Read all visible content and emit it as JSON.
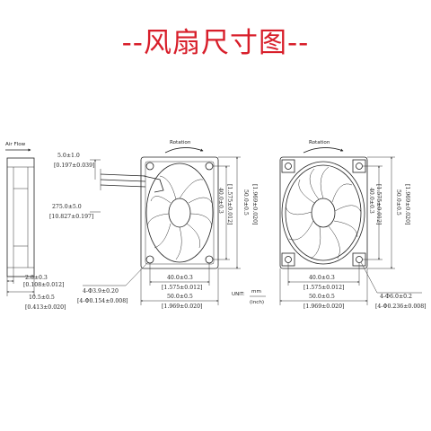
{
  "title": "--风扇尺寸图--",
  "side_view": {
    "air_flow": "Air Flow",
    "dim_thickness": "2.8±0.3",
    "dim_thickness_in": "[0.108±0.012]",
    "dim_depth": "10.5±0.5",
    "dim_depth_in": "[0.413±0.020]"
  },
  "front_view": {
    "rotation": "Rotation",
    "lead_short": "5.0±1.0",
    "lead_short_in": "[0.197±0.039]",
    "lead_long": "275.0±5.0",
    "lead_long_in": "[10.827±0.197]",
    "v_hole": "40.0±0.3",
    "v_hole_in": "[1.575±0.012]",
    "v_outer": "50.0±0.5",
    "v_outer_in": "[1.969±0.020]",
    "h_hole": "40.0±0.3",
    "h_hole_in": "[1.575±0.012]",
    "h_outer": "50.0±0.5",
    "h_outer_in": "[1.969±0.020]",
    "hole_note": "4-Φ3.9±0.20",
    "hole_note_in": "[4-Φ0.154±0.008]",
    "unit_label": "UNIT:",
    "unit_mm": "mm",
    "unit_inch": "(inch)"
  },
  "back_view": {
    "rotation": "Rotation",
    "v_hole": "40.0±0.3",
    "v_hole_in": "[1.575±0.012]",
    "v_outer": "50.0±0.5",
    "v_outer_in": "[1.969±0.020]",
    "h_hole": "40.0±0.3",
    "h_hole_in": "[1.575±0.012]",
    "h_outer": "50.0±0.5",
    "h_outer_in": "[1.969±0.020]",
    "hole_note": "4-Φ6.0±0.2",
    "hole_note_in": "[4-Φ0.236±0.008]"
  }
}
